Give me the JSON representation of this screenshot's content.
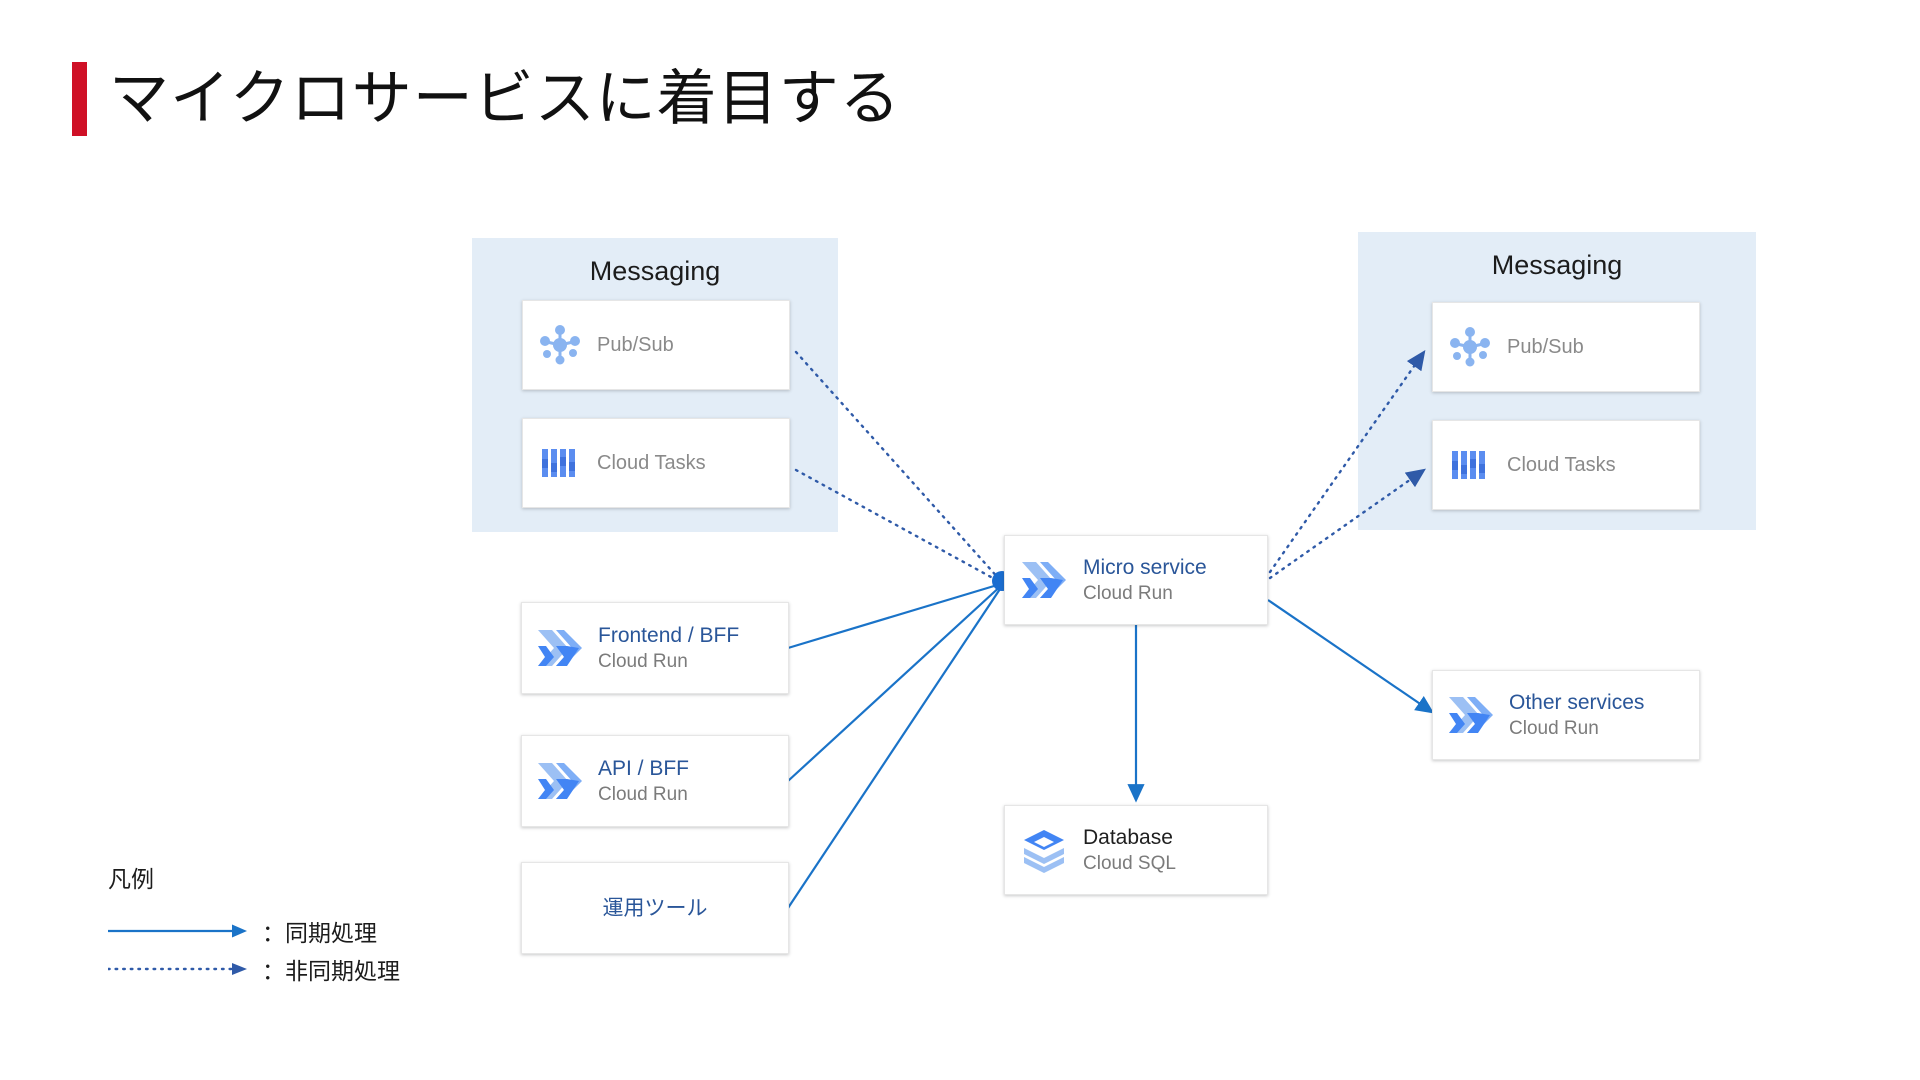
{
  "slide": {
    "title": "マイクロサービスに着目する",
    "accent_color": "#cf1026",
    "line_color": "#1a73c8",
    "group_bg": "#e3edf7",
    "card_title_color": "#2a5699",
    "card_sub_color": "#7b7b7b"
  },
  "groups": [
    {
      "id": "messaging-left",
      "label": "Messaging"
    },
    {
      "id": "messaging-right",
      "label": "Messaging"
    }
  ],
  "cards": {
    "pubsub_left": {
      "title": "Pub/Sub",
      "subtitle": "",
      "icon": "pubsub-icon"
    },
    "tasks_left": {
      "title": "Cloud Tasks",
      "subtitle": "",
      "icon": "cloud-tasks-icon"
    },
    "pubsub_right": {
      "title": "Pub/Sub",
      "subtitle": "",
      "icon": "pubsub-icon"
    },
    "tasks_right": {
      "title": "Cloud Tasks",
      "subtitle": "",
      "icon": "cloud-tasks-icon"
    },
    "micro_service": {
      "title": "Micro service",
      "subtitle": "Cloud Run",
      "icon": "cloud-run-icon"
    },
    "frontend_bff": {
      "title": "Frontend / BFF",
      "subtitle": "Cloud Run",
      "icon": "cloud-run-icon"
    },
    "api_bff": {
      "title": "API / BFF",
      "subtitle": "Cloud Run",
      "icon": "cloud-run-icon"
    },
    "ops_tool": {
      "title": "運用ツール",
      "subtitle": "",
      "icon": ""
    },
    "other_services": {
      "title": "Other services",
      "subtitle": "Cloud Run",
      "icon": "cloud-run-icon"
    },
    "database": {
      "title": "Database",
      "subtitle": "Cloud SQL",
      "icon": "cloud-sql-icon"
    }
  },
  "legend": {
    "title": "凡例",
    "items": [
      {
        "style": "solid",
        "label": "：同期処理"
      },
      {
        "style": "dotted",
        "label": "：非同期処理"
      }
    ]
  }
}
